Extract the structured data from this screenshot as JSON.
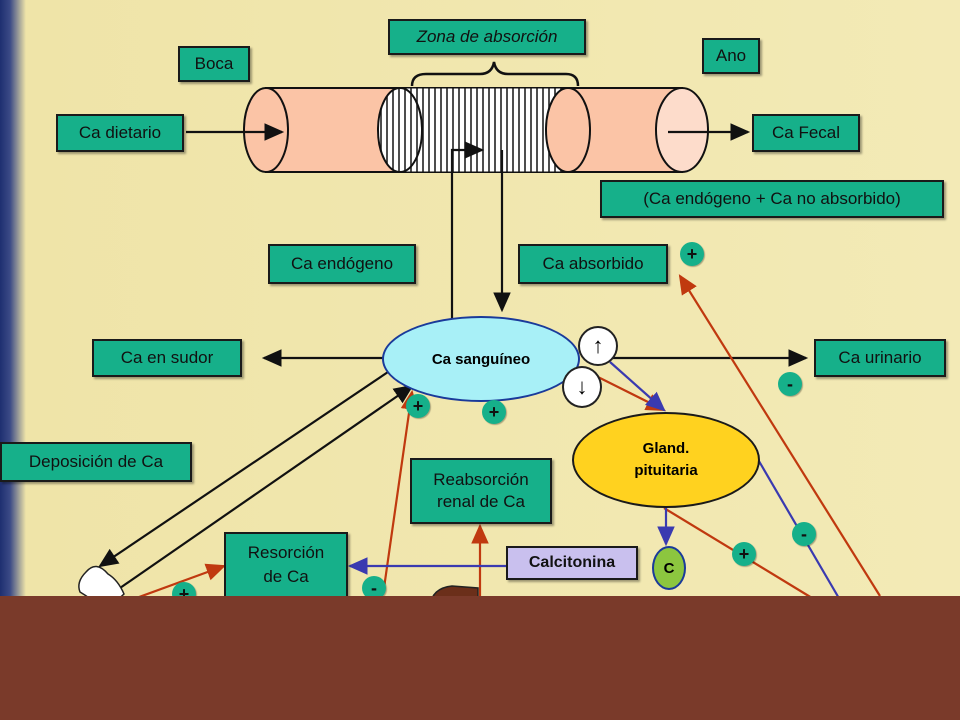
{
  "labels": {
    "zona_absorcion": "Zona de absorción",
    "boca": "Boca",
    "ano": "Ano",
    "ca_dietario": "Ca dietario",
    "ca_fecal": "Ca Fecal",
    "ca_endogeno_nota": "(Ca endógeno + Ca no absorbido)",
    "ca_endogeno": "Ca endógeno",
    "ca_absorbido": "Ca absorbido",
    "ca_sudor": "Ca  en sudor",
    "ca_sanguineo": "Ca sanguíneo",
    "ca_urinario": "Ca  urinario",
    "deposicion": "Deposición de Ca",
    "reabsorcion_1": "Reabsorción",
    "reabsorcion_2": "renal de Ca",
    "gland_1": "Gland.",
    "gland_2": "pituitaria",
    "resorcion_1": "Resorción",
    "resorcion_2": "de Ca",
    "calcitonina": "Calcitonina",
    "c_label": "C"
  },
  "signs": {
    "plus": "+",
    "minus": "-",
    "up_arrow": "↑",
    "down_arrow": "↓"
  },
  "colors": {
    "box_fill": "#16b08a",
    "arrow_red": "#c0390f",
    "arrow_blue": "#3a3ab0",
    "gland_fill": "#ffd21f",
    "calcitonina_fill": "#c9c0ee",
    "c_fill": "#8cc63f",
    "sanguineo_fill": "#a8f0f7",
    "floor": "#7a3a2a"
  }
}
